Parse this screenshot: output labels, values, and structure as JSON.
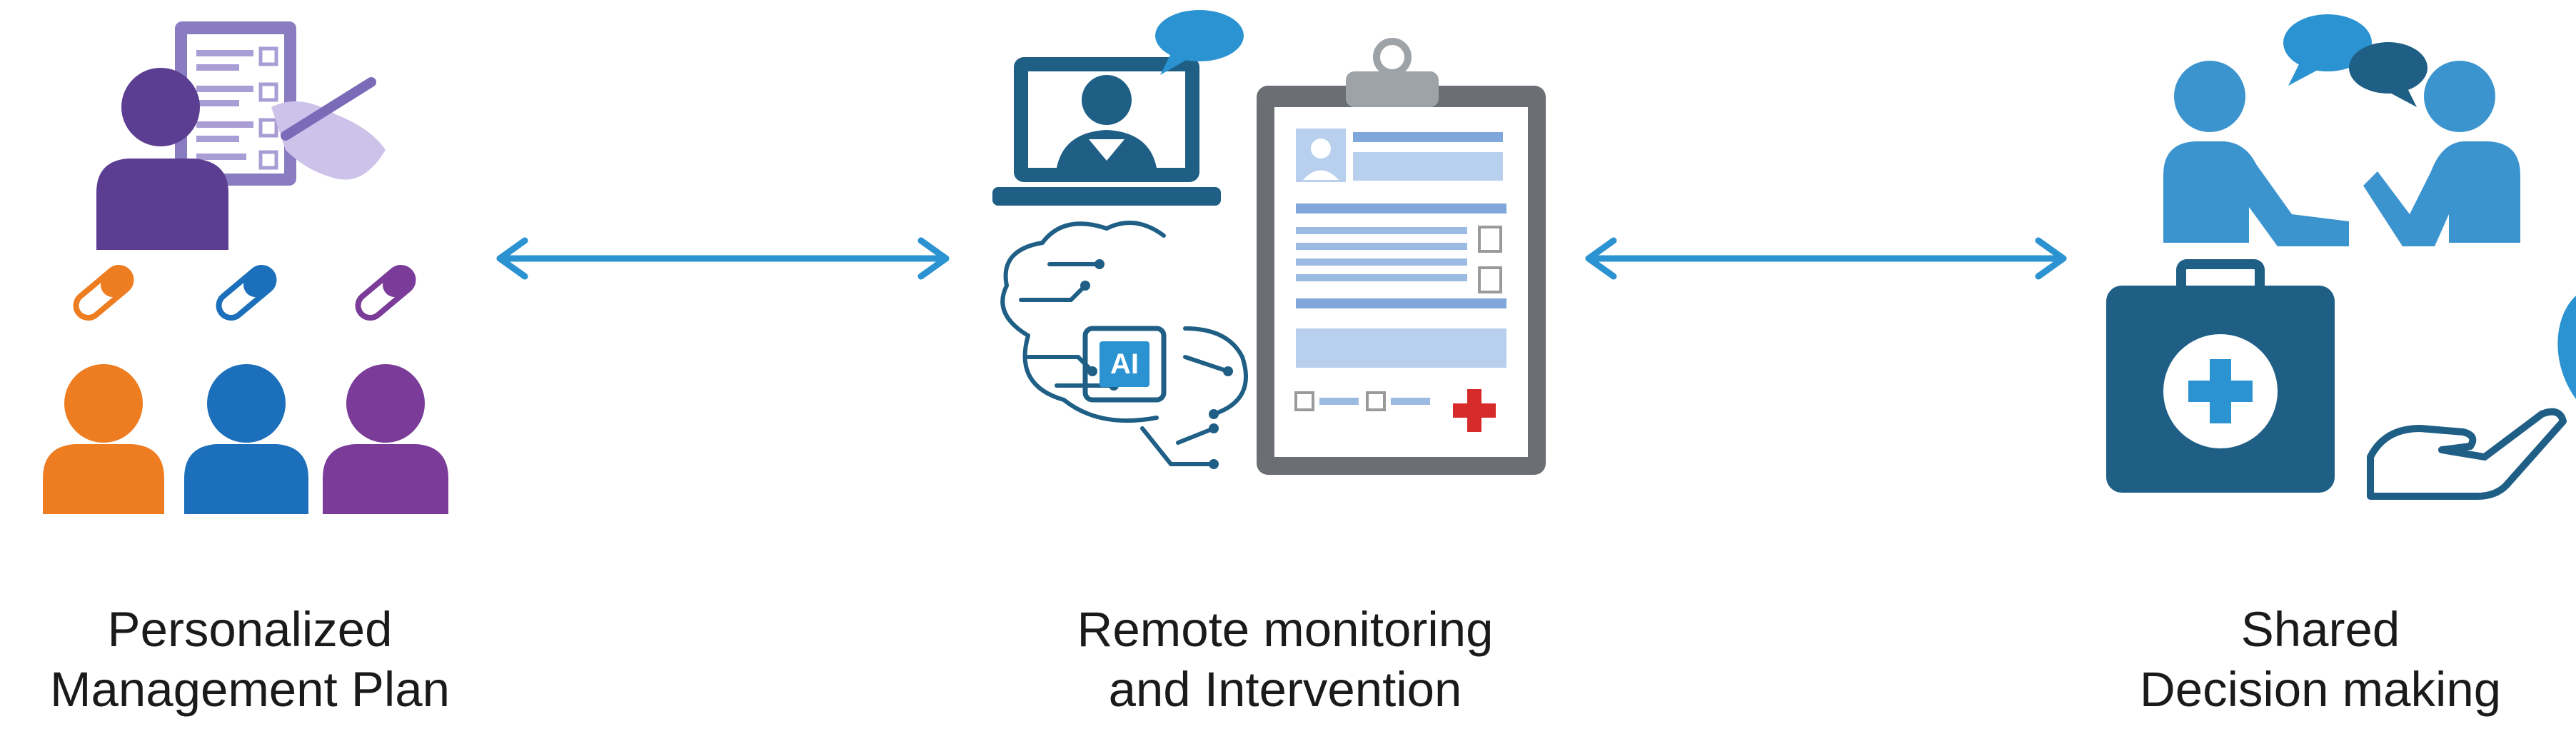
{
  "captions": {
    "left": {
      "line1": "Personalized",
      "line2": "Management Plan"
    },
    "middle": {
      "line1": "Remote monitoring",
      "line2": "and Intervention"
    },
    "right": {
      "line1": "Shared",
      "line2": "Decision making"
    }
  },
  "icons": {
    "left": [
      "clinician-icon",
      "checklist-icon",
      "pen-hand-icon",
      "pill-icon",
      "patient-icon"
    ],
    "middle": [
      "laptop-doctor-icon",
      "chat-bubble-icon",
      "ai-brain-icon",
      "clipboard-icon",
      "medical-cross-icon"
    ],
    "right": [
      "two-people-icon",
      "chat-bubbles-icon",
      "medical-kit-icon",
      "heart-in-hand-icon"
    ],
    "connectors": [
      "double-arrow-icon"
    ]
  },
  "ai_chip_label": "AI",
  "colors": {
    "arrow": "#2b93d1",
    "purple": "#5b3e91",
    "checklist": "#8a7cc0",
    "orange": "#ee7d22",
    "blue": "#1c6fba",
    "violet": "#7a3c98",
    "navy": "#1f5f86",
    "light_blue": "#3c94cf",
    "clipboard": "#6b6f73",
    "red_cross": "#d72b2b"
  }
}
